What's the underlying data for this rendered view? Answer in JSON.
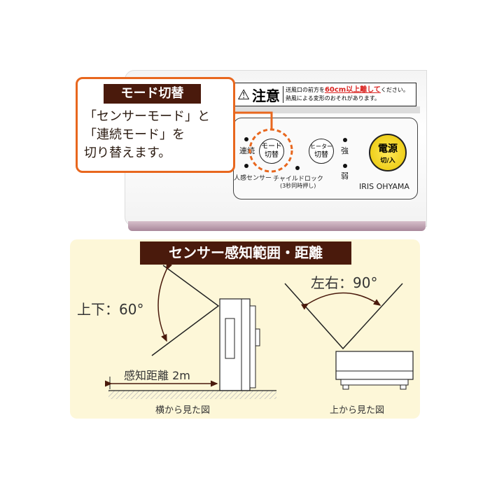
{
  "callout": {
    "title": "モード切替",
    "lines": [
      "「センサーモード」と",
      "「連続モード」を",
      "切り替えます。"
    ]
  },
  "caution": {
    "icon": "warning-triangle-icon",
    "title": "注意",
    "line1_pre": "送風口の前方を",
    "line1_red": "60cm以上離して",
    "line1_post": "ください。",
    "line2": "熱風による変形のおそれがあります。"
  },
  "panel": {
    "continuous": "連続",
    "sensor": "人感センサー",
    "mode_button": [
      "モード",
      "切替"
    ],
    "heater_button": [
      "ヒーター",
      "切替"
    ],
    "child_lock": "チャイルドロック",
    "child_lock_note": "(3秒同時押し)",
    "strong": "強",
    "weak": "弱",
    "power": [
      "電源",
      "切/入"
    ],
    "brand": "IRIS OHYAMA"
  },
  "diagram": {
    "title": "センサー感知範囲・距離",
    "vertical_angle": "上下：60°",
    "horizontal_angle": "左右：90°",
    "distance": "感知距離 2m",
    "side_caption": "横から見た図",
    "top_caption": "上から見た図"
  },
  "colors": {
    "accent": "#e8671e",
    "title_bg": "#4a1a0c",
    "panel_bg": "#fdf7d8",
    "warning_red": "#d9211e",
    "power_yellow": "#f5d800"
  }
}
